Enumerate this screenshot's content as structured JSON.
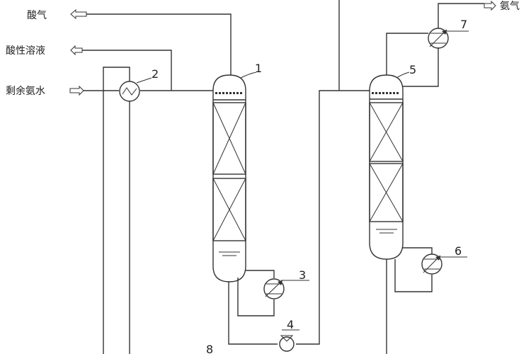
{
  "streams": {
    "acid_gas": "酸气",
    "acid_solution": "酸性溶液",
    "residual_ammonia_water": "剩余氨水",
    "ammonia_gas": "氨气"
  },
  "equipment_numbers": {
    "n1": "1",
    "n2": "2",
    "n3": "3",
    "n4": "4",
    "n5": "5",
    "n6": "6",
    "n7": "7",
    "n8": "8"
  }
}
